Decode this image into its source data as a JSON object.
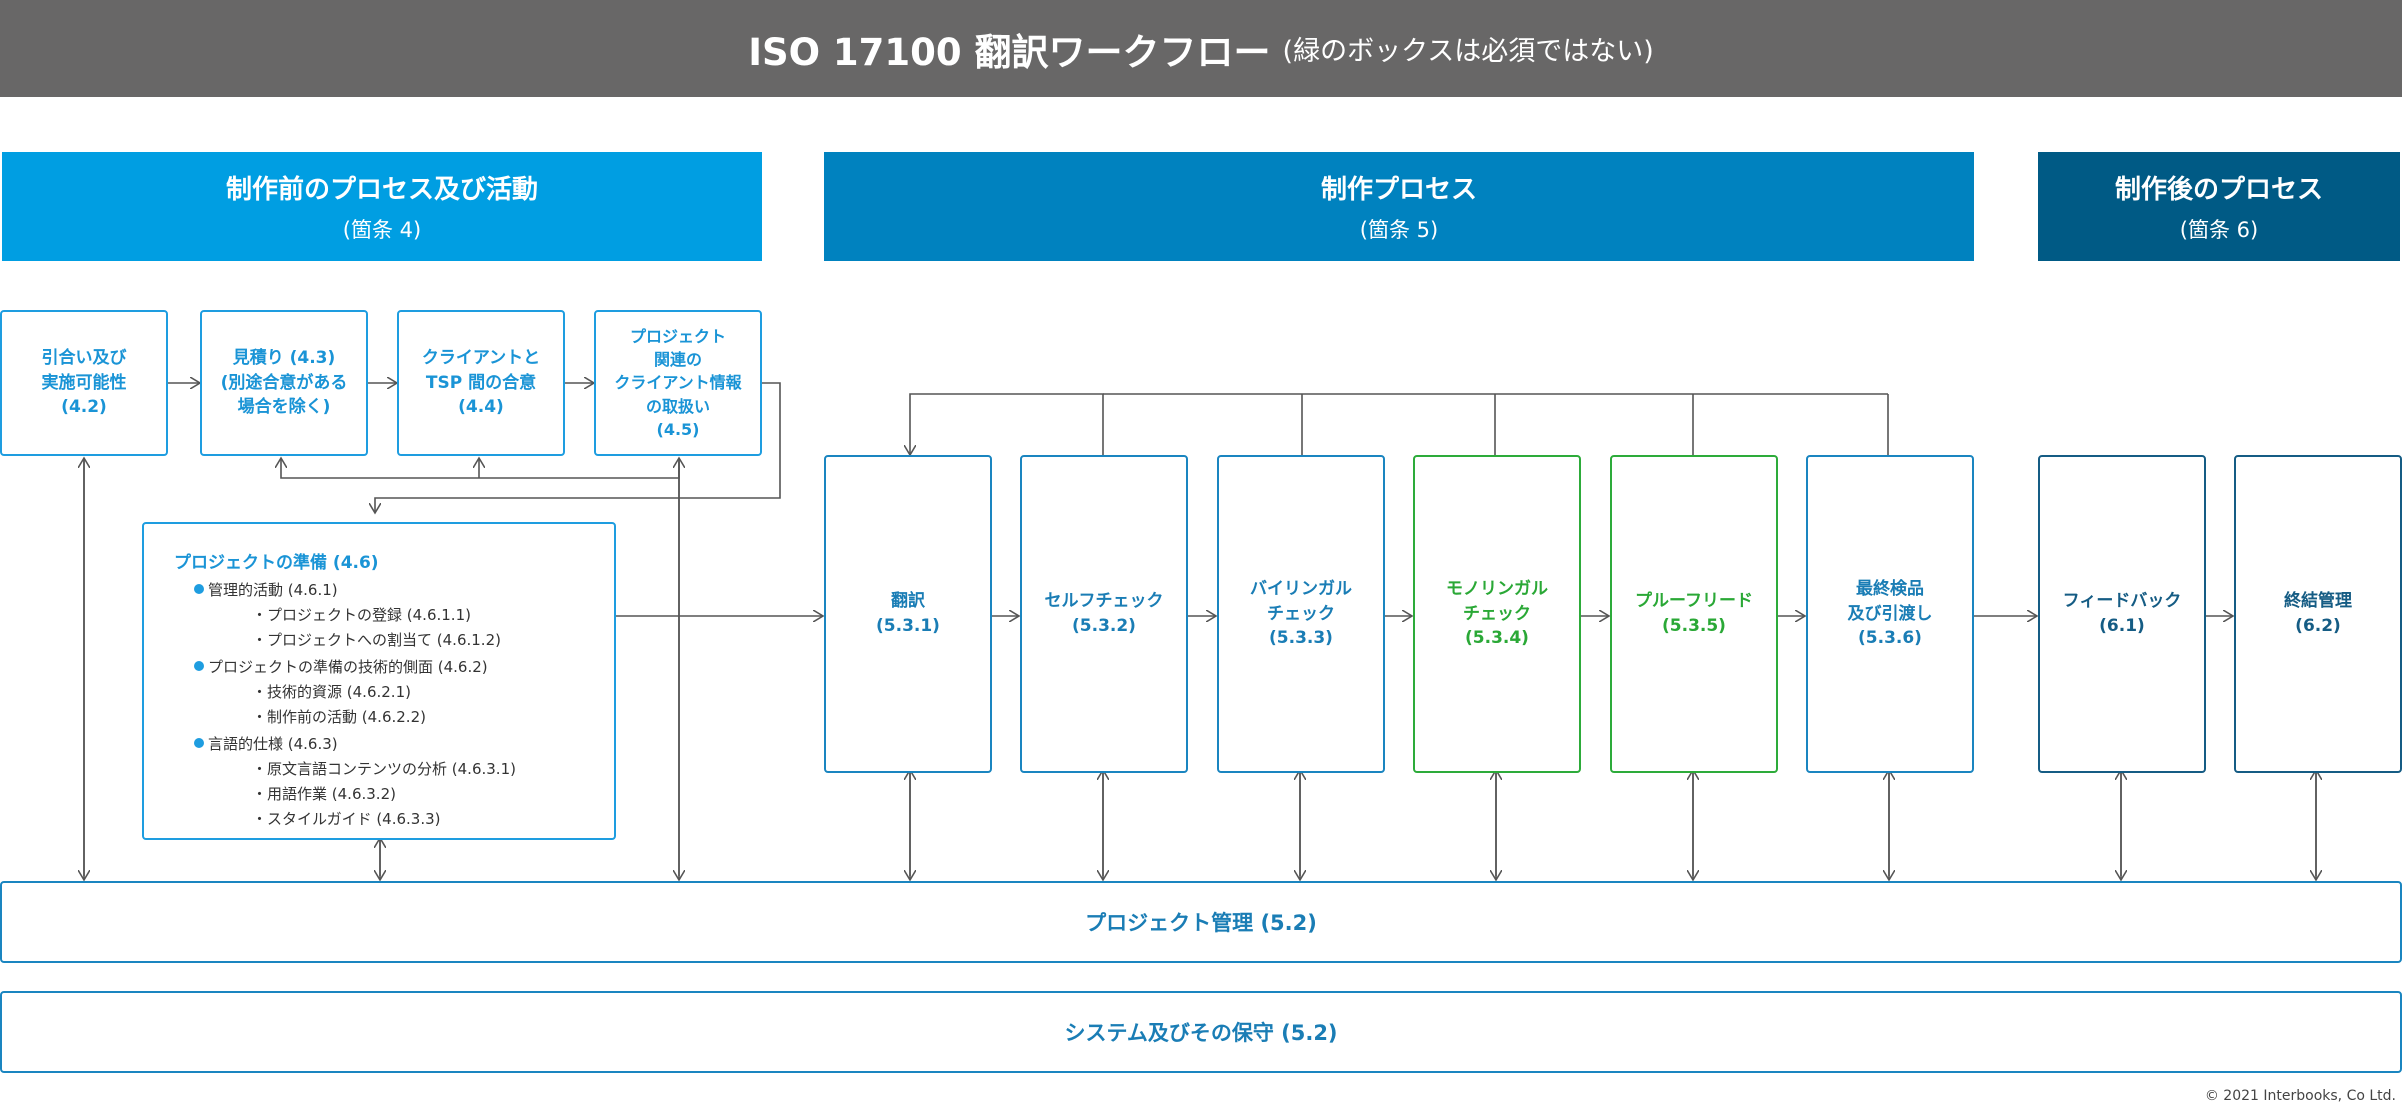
{
  "header": {
    "title": "ISO 17100 翻訳ワークフロー",
    "subtitle": "(緑のボックスは必須ではない)"
  },
  "phases": [
    {
      "title": "制作前のプロセス及び活動",
      "sub": "(箇条 4)",
      "color": "#009ee2"
    },
    {
      "title": "制作プロセス",
      "sub": "(箇条 5)",
      "color": "#0082bf"
    },
    {
      "title": "制作後のプロセス",
      "sub": "(箇条 6)",
      "color": "#005a85"
    }
  ],
  "pre_boxes": [
    "引合い及び\n実施可能性\n(4.2)",
    "見積り (4.3)\n(別途合意がある\n場合を除く)",
    "クライアントと\nTSP 間の合意\n(4.4)",
    "プロジェクト\n関連の\nクライアント情報\nの取扱い\n(4.5)"
  ],
  "prep": {
    "title": "プロジェクトの準備 (4.6)",
    "sections": [
      {
        "label": "管理的活動 (4.6.1)",
        "items": [
          "プロジェクトの登録 (4.6.1.1)",
          "プロジェクトへの割当て (4.6.1.2)"
        ]
      },
      {
        "label": "プロジェクトの準備の技術的側面 (4.6.2)",
        "items": [
          "技術的資源 (4.6.2.1)",
          "制作前の活動 (4.6.2.2)"
        ]
      },
      {
        "label": "言語的仕様 (4.6.3)",
        "items": [
          "原文言語コンテンツの分析 (4.6.3.1)",
          "用語作業 (4.6.3.2)",
          "スタイルガイド (4.6.3.3)"
        ]
      }
    ]
  },
  "production_boxes": [
    {
      "label": "翻訳\n(5.3.1)",
      "required": true
    },
    {
      "label": "セルフチェック\n(5.3.2)",
      "required": true
    },
    {
      "label": "バイリンガル\nチェック\n(5.3.3)",
      "required": true
    },
    {
      "label": "モノリンガル\nチェック\n(5.3.4)",
      "required": false
    },
    {
      "label": "プルーフリード\n(5.3.5)",
      "required": false
    },
    {
      "label": "最終検品\n及び引渡し\n(5.3.6)",
      "required": true
    }
  ],
  "post_boxes": [
    "フィードバック\n(6.1)",
    "終結管理\n(6.2)"
  ],
  "bars": {
    "project_management": "プロジェクト管理 (5.2)",
    "system": "システム及びその保守 (5.2)"
  },
  "copyright": "© 2021 Interbooks, Co Ltd.",
  "colors": {
    "required_border": "#1e9de0",
    "optional_border": "#2dab3a",
    "post_border": "#155c84",
    "line": "#555555"
  }
}
